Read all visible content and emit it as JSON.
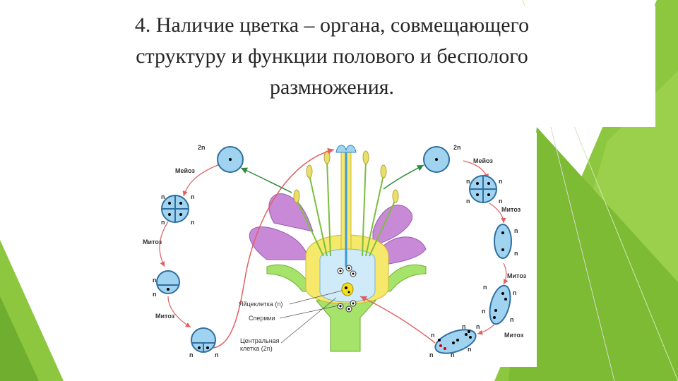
{
  "title": {
    "line1": "4. Наличие цветка – органа, совмещающего",
    "line2": "структуру и функции полового и бесполого",
    "line3": "размножения."
  },
  "diagram": {
    "left": {
      "ploidy_top": "2n",
      "meiosis": "Мейоз",
      "mitosis_1": "Митоз",
      "mitosis_2": "Митоз",
      "n": "n"
    },
    "right": {
      "ploidy_top": "2n",
      "meiosis": "Мейоз",
      "mitosis_1": "Митоз",
      "mitosis_2": "Митоз",
      "mitosis_3": "Митоз",
      "n": "n"
    },
    "labels": {
      "egg_cell": "Яйцеклетка (n)",
      "sperm": "Спермии",
      "central_cell_1": "Центральная",
      "central_cell_2": "клетка (2n)"
    }
  },
  "colors": {
    "green_accent": "#8dc63f",
    "cell_blue": "#9fd3f0",
    "petal_purple": "#c88ad6",
    "sepal_green": "#a6e36a",
    "arrow_red": "#e06060"
  }
}
